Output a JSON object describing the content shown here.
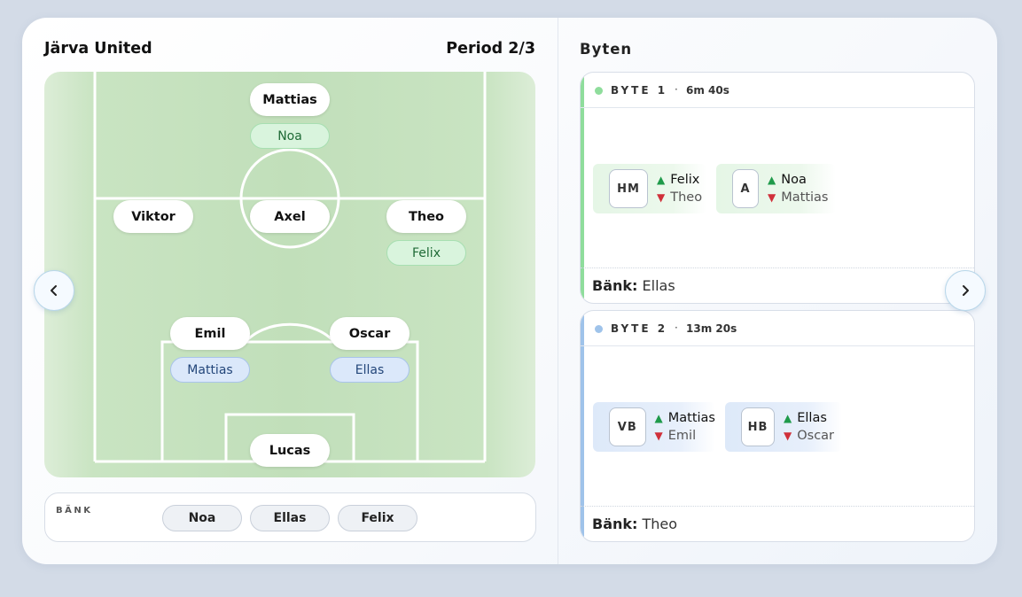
{
  "header": {
    "team_name": "Järva United",
    "period": "Period 2/3"
  },
  "pitch": {
    "players": {
      "gk": "Lucas",
      "def_left": "Emil",
      "def_right": "Oscar",
      "mid_left": "Viktor",
      "mid_center": "Axel",
      "mid_right": "Theo",
      "forward": "Mattias"
    },
    "subs": {
      "forward_in": "Noa",
      "mid_right_in": "Felix",
      "def_left_in": "Mattias",
      "def_right_in": "Ellas"
    }
  },
  "bench": {
    "label": "BÄNK",
    "players": [
      "Noa",
      "Ellas",
      "Felix"
    ]
  },
  "substitutions": {
    "title": "Byten",
    "items": [
      {
        "label": "BYTE 1",
        "separator": "·",
        "time": "6m 40s",
        "swaps": [
          {
            "position": "HM",
            "in": "Felix",
            "out": "Theo"
          },
          {
            "position": "A",
            "in": "Noa",
            "out": "Mattias"
          }
        ],
        "bench_label": "Bänk:",
        "bench": "Ellas"
      },
      {
        "label": "BYTE 2",
        "separator": "·",
        "time": "13m 20s",
        "swaps": [
          {
            "position": "VB",
            "in": "Mattias",
            "out": "Emil"
          },
          {
            "position": "HB",
            "in": "Ellas",
            "out": "Oscar"
          }
        ],
        "bench_label": "Bänk:",
        "bench": "Theo"
      }
    ]
  },
  "icons": {
    "prev": "chevron-left-icon",
    "next": "chevron-right-icon",
    "in": "arrow-up-icon",
    "out": "arrow-down-icon"
  },
  "colors": {
    "in_arrow": "#1f9a4a",
    "out_arrow": "#d0303a",
    "byte1_accent": "#8fdd9c",
    "byte2_accent": "#9fc3ea"
  }
}
